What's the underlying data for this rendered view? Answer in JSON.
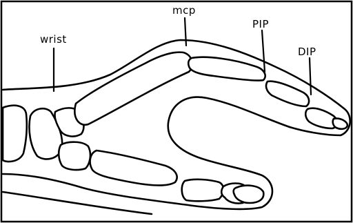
{
  "labels": {
    "wrist": "wrist",
    "mcp": "mcp",
    "pip": "PIP",
    "dip": "DIP"
  }
}
